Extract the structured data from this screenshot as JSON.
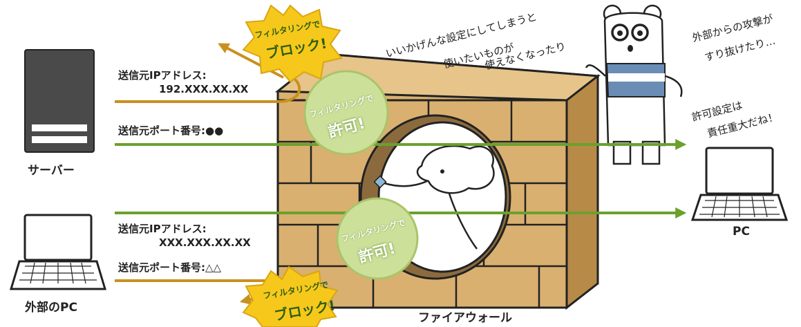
{
  "server": {
    "label": "サーバー"
  },
  "external_pc": {
    "label": "外部のPC"
  },
  "pc": {
    "label": "PC"
  },
  "firewall": {
    "label": "ファイアウォール"
  },
  "packet1": {
    "ip_label": "送信元IPアドレス:",
    "ip_value": "192.XXX.XX.XX",
    "port_label": "送信元ポート番号:●●"
  },
  "packet2": {
    "ip_label": "送信元IPアドレス:",
    "ip_value": "XXX.XXX.XX.XX",
    "port_label": "送信元ポート番号:△△"
  },
  "stamps": {
    "block_top": "フィルタリングで",
    "block_main": "ブロック!",
    "allow_top": "フィルタリングで",
    "allow_main": "許可!"
  },
  "speech": {
    "misconfig_1": "いいかげんな設定にしてしまうと",
    "misconfig_2": "使いたいものが",
    "misconfig_3": "使えなくなったり",
    "attack_1": "外部からの攻撃が",
    "attack_2": "すり抜けたり…",
    "responsibility_1": "許可設定は",
    "responsibility_2": "責任重大だね！"
  },
  "colors": {
    "allow": "#6aa12d",
    "block": "#c8911f",
    "brick": "#d9b070",
    "starburst": "#f6c81b",
    "badge": "#cde09a"
  }
}
